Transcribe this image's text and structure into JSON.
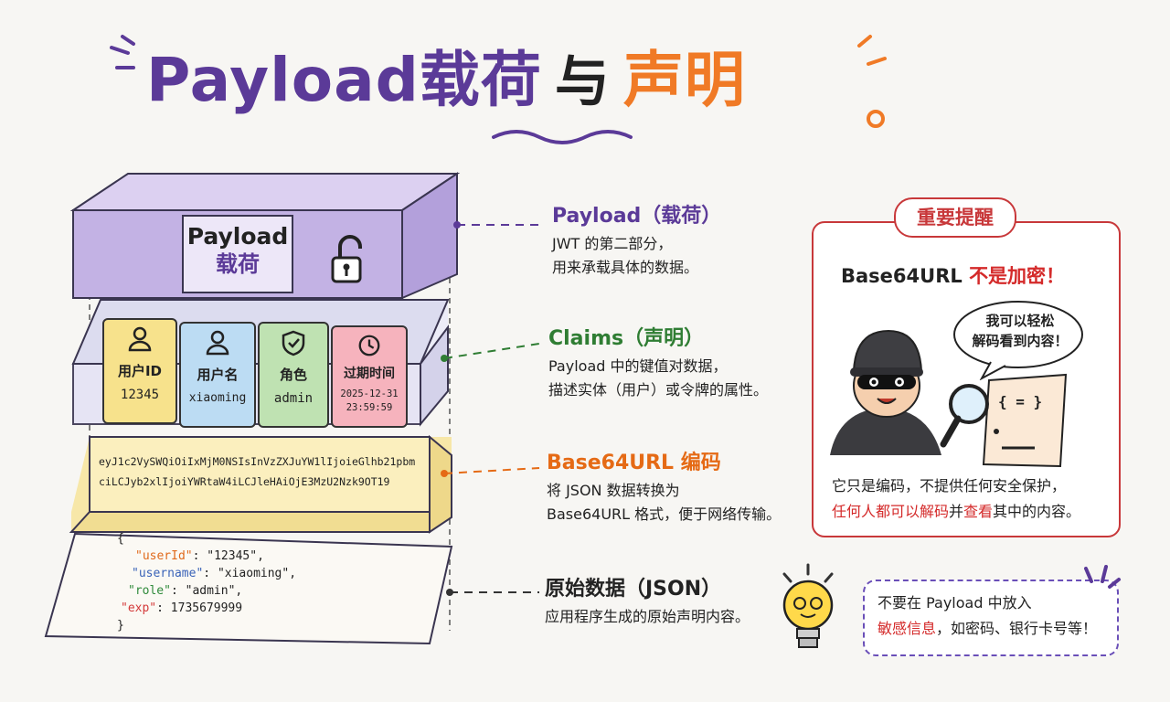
{
  "title": {
    "part1": "Payload载荷",
    "part2": "与",
    "part3": "声明"
  },
  "box": {
    "label_en": "Payload",
    "label_zh": "载荷"
  },
  "cards": [
    {
      "title": "用户ID",
      "value": "12345",
      "icon": "user-icon",
      "color": "#f7e28c"
    },
    {
      "title": "用户名",
      "value": "xiaoming",
      "icon": "user-icon",
      "color": "#bcdcf3"
    },
    {
      "title": "角色",
      "value": "admin",
      "icon": "shield-icon",
      "color": "#bfe2b2"
    },
    {
      "title": "过期时间",
      "value": "2025-12-31",
      "value2": "23:59:59",
      "icon": "clock-icon",
      "color": "#f6b3bd"
    }
  ],
  "encoded": {
    "line1": "eyJ1c2VySWQiOiIxMjM0NSIsInVzZXJuYW1lIjoieGlhb21pbm",
    "line2": "ciLCJyb2xlIjoiYWRtaW4iLCJleHAiOjE3MzU2Nzk9OT19"
  },
  "json": {
    "open": "{",
    "close": "}",
    "rows": [
      {
        "key": "\"userId\"",
        "sep": ": ",
        "val": "\"12345\",",
        "color": "#e06a1c"
      },
      {
        "key": "\"username\"",
        "sep": ": ",
        "val": "\"xiaoming\",",
        "color": "#3a63b8"
      },
      {
        "key": "\"role\"",
        "sep": ": ",
        "val": "\"admin\",",
        "color": "#2f8a3a"
      },
      {
        "key": "\"exp\"",
        "sep": ": ",
        "val": "1735679999",
        "color": "#d43a3a"
      }
    ]
  },
  "labels": {
    "payload": {
      "head": "Payload（载荷）",
      "body1": "JWT 的第二部分，",
      "body2": "用来承载具体的数据。"
    },
    "claims": {
      "head": "Claims（声明）",
      "body1": "Payload 中的键值对数据，",
      "body2": "描述实体（用户）或令牌的属性。"
    },
    "base64": {
      "head": "Base64URL 编码",
      "body1": "将 JSON 数据转换为",
      "body2": "Base64URL 格式，便于网络传输。"
    },
    "raw": {
      "head": "原始数据（JSON）",
      "body": "应用程序生成的原始声明内容。"
    }
  },
  "callout": {
    "pill": "重要提醒",
    "headline_a": "Base64URL ",
    "headline_b": "不是加密！",
    "bubble1": "我可以轻松",
    "bubble2": "解码看到内容！",
    "doc_text": "{ = }",
    "line1": "它只是编码，不提供任何安全保护，",
    "line2_a": "任何人都可以解码",
    "line2_b": "并",
    "line2_c": "查看",
    "line2_d": "其中的内容。"
  },
  "tip": {
    "line1": "不要在 Payload 中放入",
    "line2_a": "敏感信息",
    "line2_b": "，如密码、银行卡号等！"
  }
}
